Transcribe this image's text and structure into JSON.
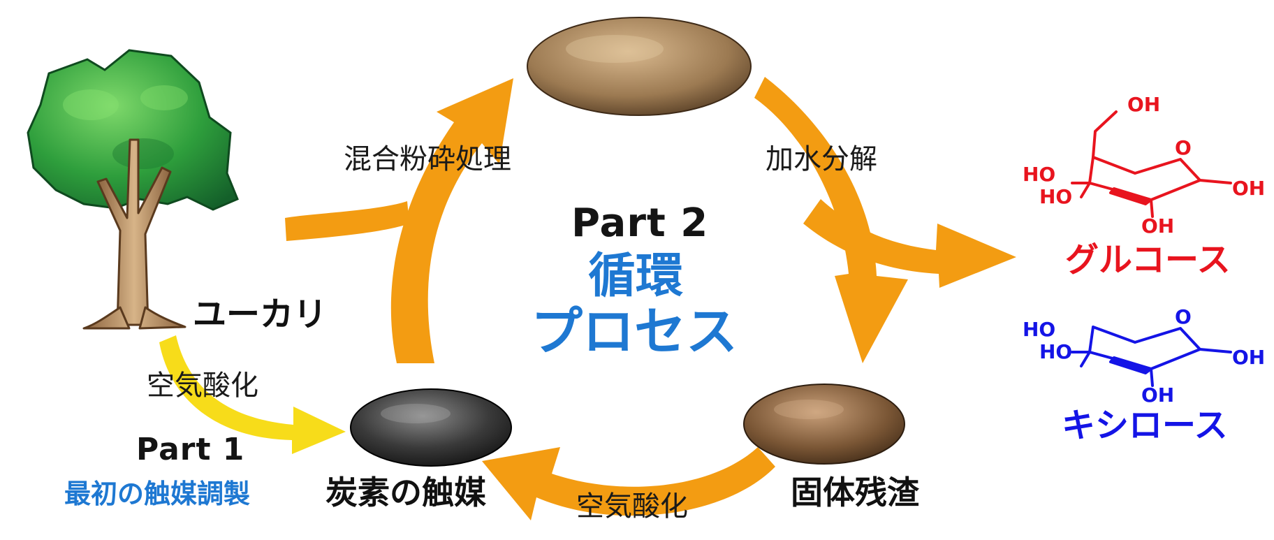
{
  "colors": {
    "cycle_arrow": "#F39C12",
    "oxidation_arrow": "#F7DC1A",
    "part_blue": "#1E78D2",
    "glucose": "#E8141E",
    "xylose": "#1414E6",
    "catalyst": "#3A3A3A",
    "biomass": "#9C7A52",
    "residue": "#7A5635",
    "tree_foliage": "#2E9E3C",
    "tree_trunk": "#C49A6C"
  },
  "icons": {
    "tree": "eucalyptus-tree-icon",
    "biomass_pile": "biomass-pile-icon",
    "catalyst_pile": "carbon-catalyst-pile-icon",
    "residue_pile": "solid-residue-pile-icon"
  },
  "labels": {
    "eucalyptus": "ユーカリ",
    "oxidation_initial": "空気酸化",
    "part1_title": "Part 1",
    "part1_subtitle": "最初の触媒調製",
    "carbon_catalyst": "炭素の触媒",
    "mix_milling": "混合粉砕処理",
    "hydrolysis": "加水分解",
    "solid_residue": "固体残渣",
    "oxidation_cycle": "空気酸化",
    "part2_title": "Part 2",
    "part2_line1": "循環",
    "part2_line2": "プロセス"
  },
  "molecules": {
    "glucose": {
      "name": "グルコース",
      "oh_top": "OH",
      "ring_o": "O",
      "ho_left_upper": "HO",
      "ho_left_lower": "HO",
      "oh_right": "OH",
      "oh_bottom": "OH"
    },
    "xylose": {
      "name": "キシロース",
      "ring_o": "O",
      "ho_left_upper": "HO",
      "ho_left_lower": "HO",
      "oh_right": "OH",
      "oh_bottom": "OH"
    }
  }
}
